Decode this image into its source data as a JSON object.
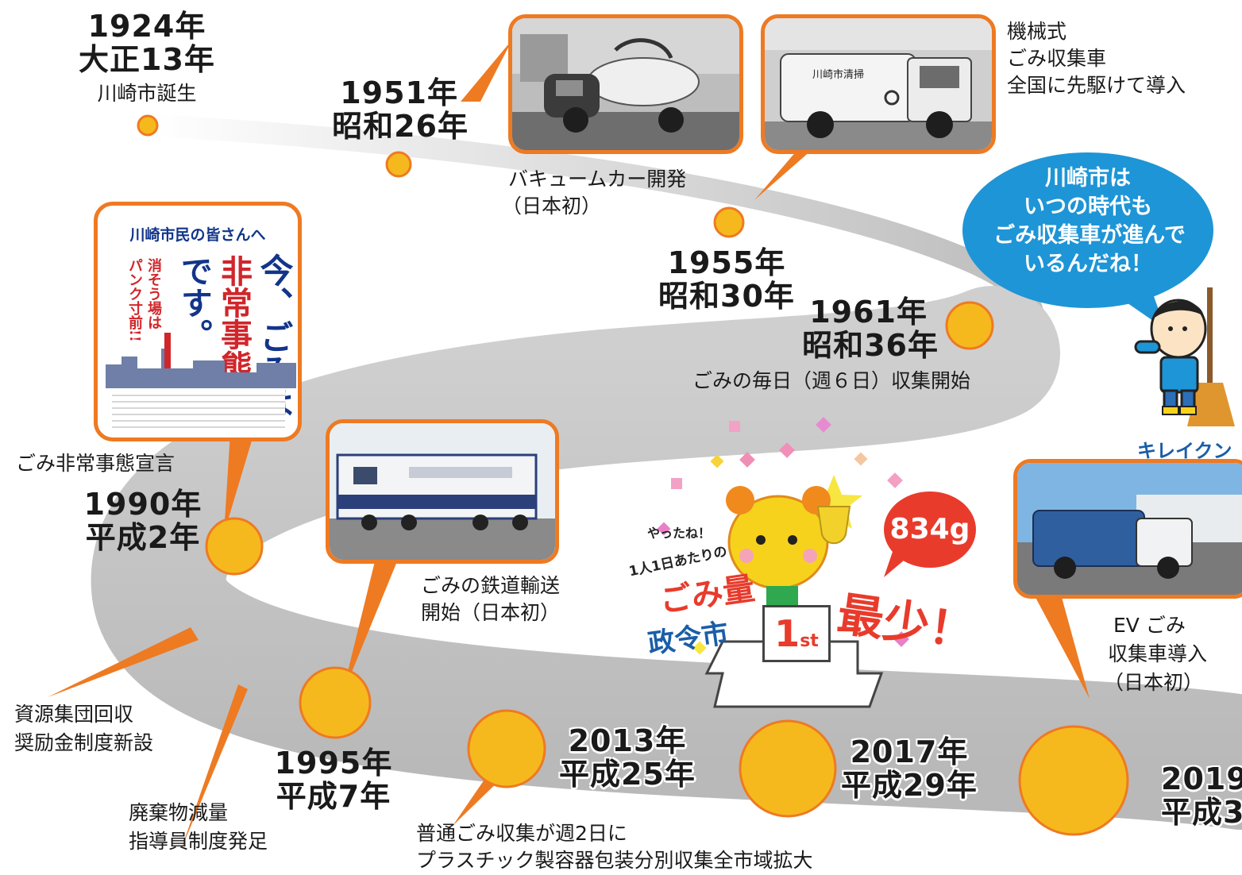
{
  "colors": {
    "accent_orange": "#ee7a22",
    "dot_yellow": "#f6b91d",
    "road_gray": "#c9c9c9",
    "bubble_blue": "#1e95d6",
    "badge_red": "#e83b2c",
    "mascot_blue": "#1a5ea8"
  },
  "milestones": {
    "m1924": {
      "year": "1924年",
      "era": "大正13年",
      "event": "川崎市誕生"
    },
    "m1951": {
      "year": "1951年",
      "era": "昭和26年",
      "event_line1": "バキュームカー開発",
      "event_line2": "（日本初）"
    },
    "m1955": {
      "year": "1955年",
      "era": "昭和30年",
      "event_line1": "機械式",
      "event_line2": "ごみ収集車",
      "event_line3": "全国に先駆けて導入"
    },
    "m1961": {
      "year": "1961年",
      "era": "昭和36年",
      "event": "ごみの毎日（週６日）収集開始"
    },
    "m1990": {
      "year": "1990年",
      "era": "平成2年",
      "event": "ごみ非常事態宣言"
    },
    "m1995": {
      "year": "1995年",
      "era": "平成7年",
      "event_line1": "ごみの鉄道輸送",
      "event_line2": "開始（日本初）"
    },
    "m2013": {
      "year": "2013年",
      "era": "平成25年",
      "event_line1": "普通ごみ収集が週2日に",
      "event_line2": "プラスチック製容器包装分別収集全市域拡大"
    },
    "m2017": {
      "year": "2017年",
      "era": "平成29年"
    },
    "m2019": {
      "year": "2019",
      "era": "平成3",
      "event_line1": "EV ごみ",
      "event_line2": "収集車導入",
      "event_line3": "（日本初）"
    }
  },
  "side_events": {
    "shigen_line1": "資源集団回収",
    "shigen_line2": "奨励金制度新設",
    "haiki_line1": "廃棄物減量",
    "haiki_line2": "指導員制度発足"
  },
  "speech_bubble": {
    "line1": "川崎市は",
    "line2": "いつの時代も",
    "line3": "ごみ収集車が進んで",
    "line4": "いるんだね！"
  },
  "mascot": {
    "name": "キレイクン"
  },
  "poster": {
    "title": "川崎市民の皆さんへ",
    "col_a": "今、ごみは",
    "col_b": "非常事態",
    "col_c": "です。",
    "col_d": "消そう場は",
    "col_e": "パンク寸前!!"
  },
  "truck_sign": "川崎市清掃",
  "award": {
    "yatta": "やったね！",
    "per_person": "1人1日あたりの",
    "gomi_ryo": "ごみ量",
    "seirei": "政令市",
    "rank": "1",
    "rank_suffix": "st",
    "saisho": "最少！",
    "amount": "834g"
  }
}
